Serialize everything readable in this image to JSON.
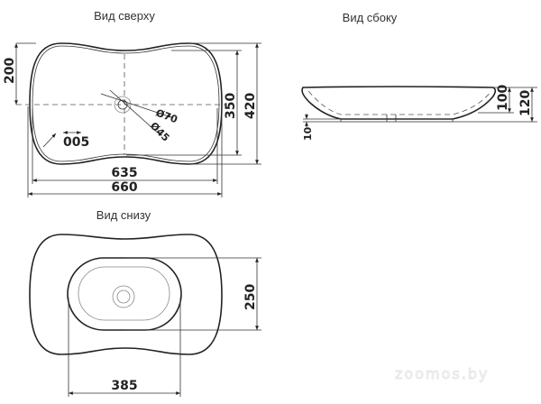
{
  "views": {
    "top": {
      "title": "Вид сверху",
      "dims": {
        "d200": "200",
        "d350": "350",
        "d420": "420",
        "d635": "635",
        "d660": "660",
        "d005": "005",
        "o70": "Ø70",
        "o45": "Ø45"
      }
    },
    "side": {
      "title": "Вид сбоку",
      "dims": {
        "d100": "100",
        "d120": "120",
        "d10": "10"
      }
    },
    "bottom": {
      "title": "Вид снизу",
      "dims": {
        "d250": "250",
        "d385": "385"
      }
    }
  },
  "watermark": "zoomos.by"
}
